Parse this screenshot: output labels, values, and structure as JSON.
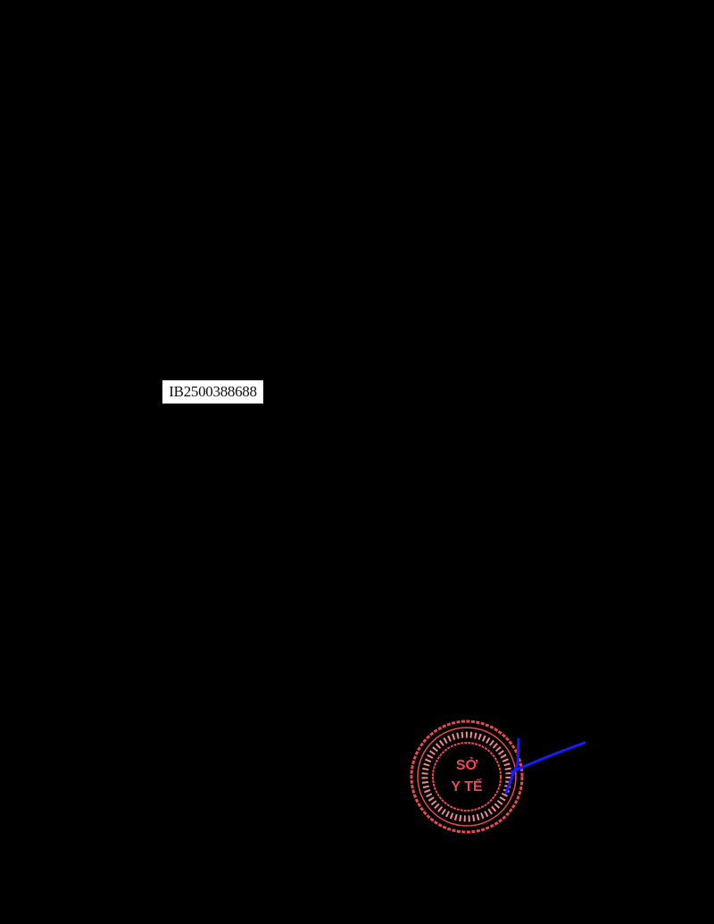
{
  "document": {
    "code": "IB2500388688"
  },
  "stamp": {
    "line1": "SỞ",
    "line2": "Y TẾ",
    "color": "#e84a4f",
    "signature_color": "#1a1aff"
  }
}
